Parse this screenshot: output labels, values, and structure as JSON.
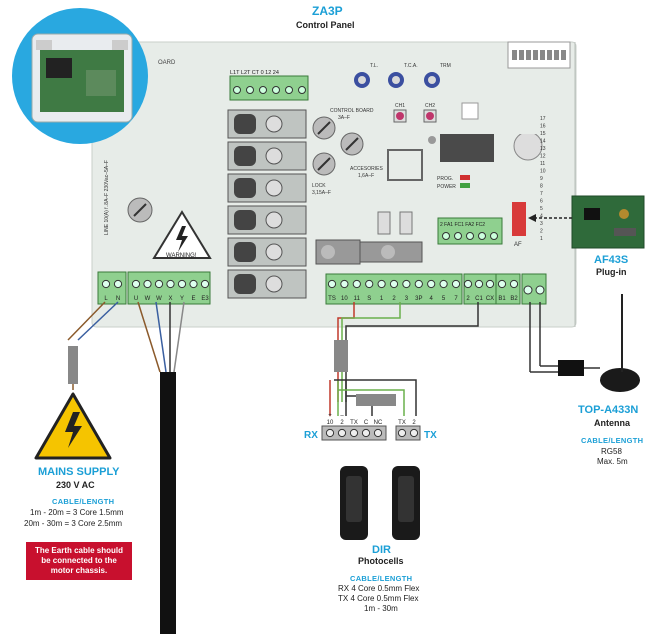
{
  "board": {
    "title": "ZA3P",
    "subtitle": "Control Panel",
    "left_terminals": [
      "L",
      "N"
    ],
    "motor_terminals": [
      "U",
      "W",
      "W",
      "X",
      "Y",
      "E",
      "E3"
    ],
    "bottom_terminals": [
      "TS",
      "10",
      "11",
      "S",
      "1",
      "2",
      "3",
      "3P",
      "4",
      "5",
      "7"
    ],
    "fc_terminals": [
      "2",
      "C1",
      "CX"
    ],
    "b_terminals": [
      "B1",
      "B2"
    ],
    "top_terminals": "L1T L2T CT     0  12  24",
    "fuse_line": "LINE\n10(A) f..8A–F\n230Vac–5A–F",
    "control_board": "CONTROL BOARD",
    "control_board_fuse": "3A–F",
    "accessories": "ACCESORIES",
    "accessories_fuse": "1,6A–F",
    "lock": "LOCK",
    "lock_fuse": "3,15A–F",
    "ch1": "CH1",
    "ch2": "CH2",
    "prog": "PROG.",
    "power": "POWER",
    "fa_terminals": "2  FA1  FC1 FA2 FC2",
    "af": "AF",
    "pots": [
      "T.L.",
      "T.C.A.",
      "TRM"
    ],
    "warning": "WARNING!",
    "board_label": "OARD"
  },
  "af43s": {
    "title": "AF43S",
    "subtitle": "Plug-in"
  },
  "antenna": {
    "title": "TOP-A433N",
    "subtitle": "Antenna",
    "cable_label": "CABLE/LENGTH",
    "cable": "RG58",
    "max": "Max. 5m"
  },
  "mains": {
    "title": "MAINS SUPPLY",
    "subtitle": "230 V AC",
    "cable_label": "CABLE/LENGTH",
    "line1": "1m - 20m = 3 Core 1.5mm",
    "line2": "20m - 30m = 3 Core 2.5mm",
    "note": "The Earth cable should be connected to the motor chassis."
  },
  "photocells": {
    "title": "DIR",
    "subtitle": "Photocells",
    "cable_label": "CABLE/LENGTH",
    "line1": "RX 4 Core 0.5mm Flex",
    "line2": "TX 4 Core 0.5mm Flex",
    "line3": "1m - 30m",
    "rx": "RX",
    "tx": "TX",
    "rx_terms": [
      "10",
      "2",
      "TX",
      "C",
      "NC"
    ],
    "rx_polarity": [
      "+",
      "–"
    ],
    "tx_terms": [
      "TX",
      "2"
    ]
  },
  "colors": {
    "cyan": "#1b9fd6",
    "board": "#e6ebe6",
    "terminal_green": "#8fd08f",
    "note_red": "#c8102e",
    "wire_red": "#c0392b",
    "wire_green": "#6ab04c",
    "wire_blue": "#3a5fa0",
    "wire_brown": "#8b5a2b"
  }
}
